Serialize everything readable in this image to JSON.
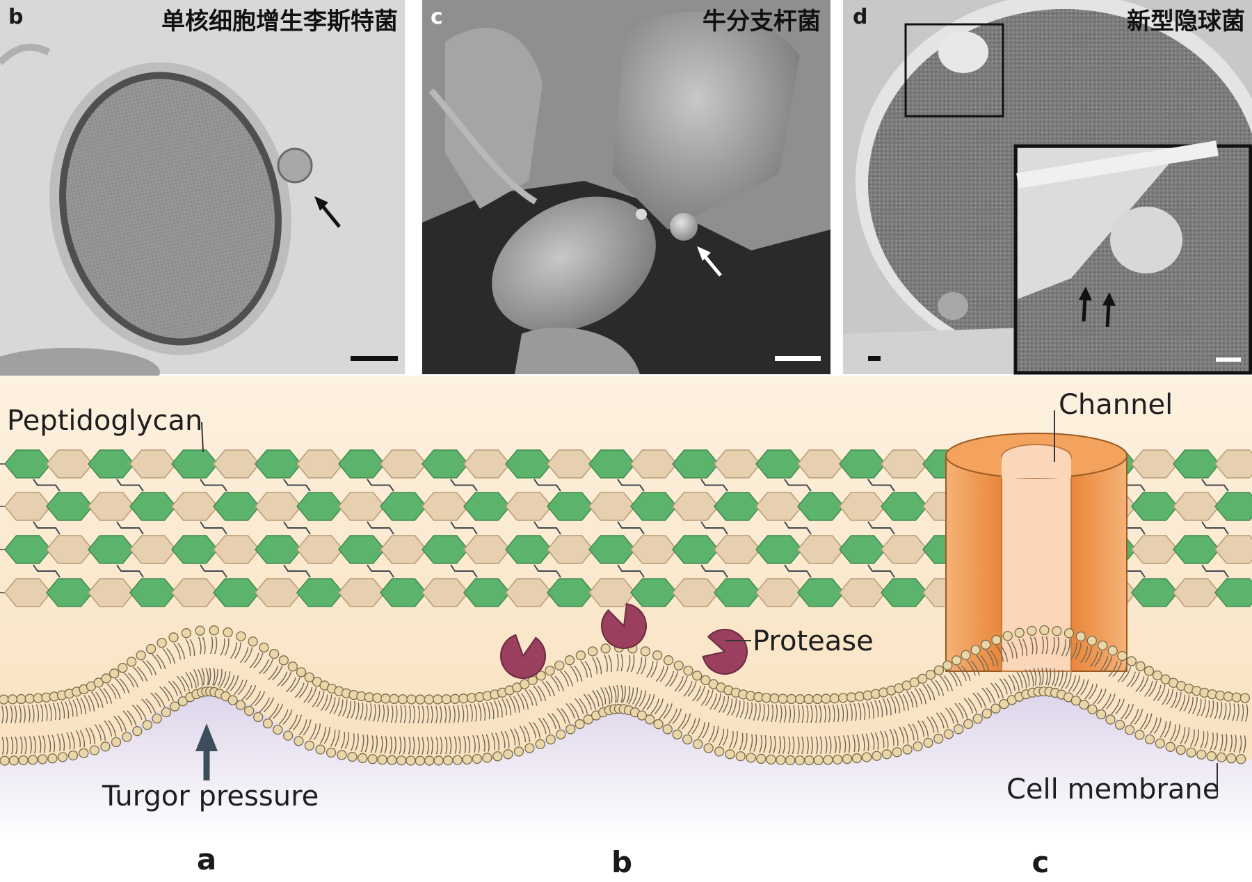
{
  "micrographs": {
    "panel_b": {
      "letter": "b",
      "title": "单核细胞增生李斯特菌"
    },
    "panel_c": {
      "letter": "c",
      "title": "牛分支杆菌"
    },
    "panel_d": {
      "letter": "d",
      "title": "新型隐球菌"
    }
  },
  "diagram": {
    "labels": {
      "peptidoglycan": "Peptidoglycan",
      "channel": "Channel",
      "protease": "Protease",
      "turgor": "Turgor pressure",
      "membrane": "Cell membrane"
    },
    "letters": {
      "a": "a",
      "b": "b",
      "c": "c"
    },
    "colors": {
      "background_top": "#fdeedb",
      "background_mid": "#f8e0bc",
      "cytoplasm": "#e3ddee",
      "hex_green": "#5cb46c",
      "hex_tan": "#e6d0b0",
      "channel_orange": "#ee9440",
      "channel_light": "#fbd6b8",
      "protease": "#9a3f5d",
      "lipid_head": "#e9d6a9",
      "arrow": "#3d4d59"
    }
  }
}
